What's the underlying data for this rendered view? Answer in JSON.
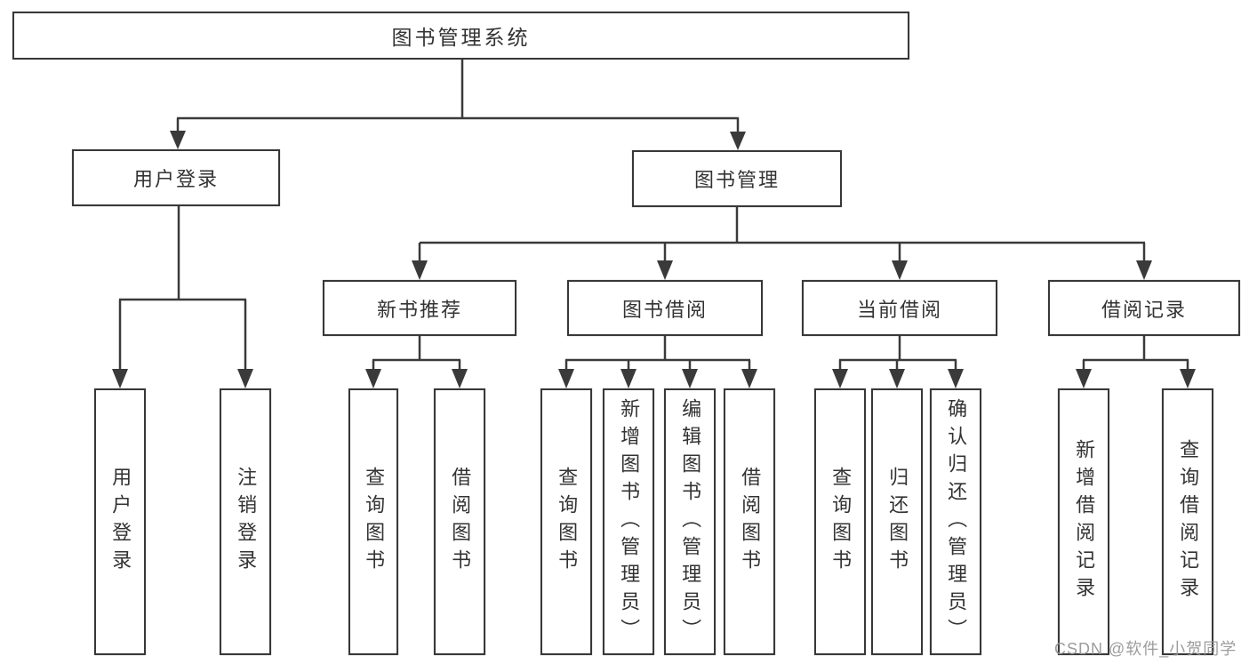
{
  "tree": {
    "root": {
      "label": "图书管理系统"
    },
    "branches": [
      {
        "label": "用户登录",
        "children": [
          {
            "label": "用户登录"
          },
          {
            "label": "注销登录"
          }
        ]
      },
      {
        "label": "图书管理",
        "children": [
          {
            "label": "新书推荐",
            "children": [
              {
                "label": "查询图书"
              },
              {
                "label": "借阅图书"
              }
            ]
          },
          {
            "label": "图书借阅",
            "children": [
              {
                "label": "查询图书"
              },
              {
                "label": "新增图书（管理员）"
              },
              {
                "label": "编辑图书（管理员）"
              },
              {
                "label": "借阅图书"
              }
            ]
          },
          {
            "label": "当前借阅",
            "children": [
              {
                "label": "查询图书"
              },
              {
                "label": "归还图书"
              },
              {
                "label": "确认归还（管理员）"
              }
            ]
          },
          {
            "label": "借阅记录",
            "children": [
              {
                "label": "新增借阅记录"
              },
              {
                "label": "查询借阅记录"
              }
            ]
          }
        ]
      }
    ]
  },
  "watermark": {
    "text": "CSDN @软件_小贺同学"
  },
  "colors": {
    "line": "#3a3a3a",
    "box_border": "#383838",
    "text": "#333333",
    "background": "#ffffff",
    "watermark": "#949494"
  }
}
